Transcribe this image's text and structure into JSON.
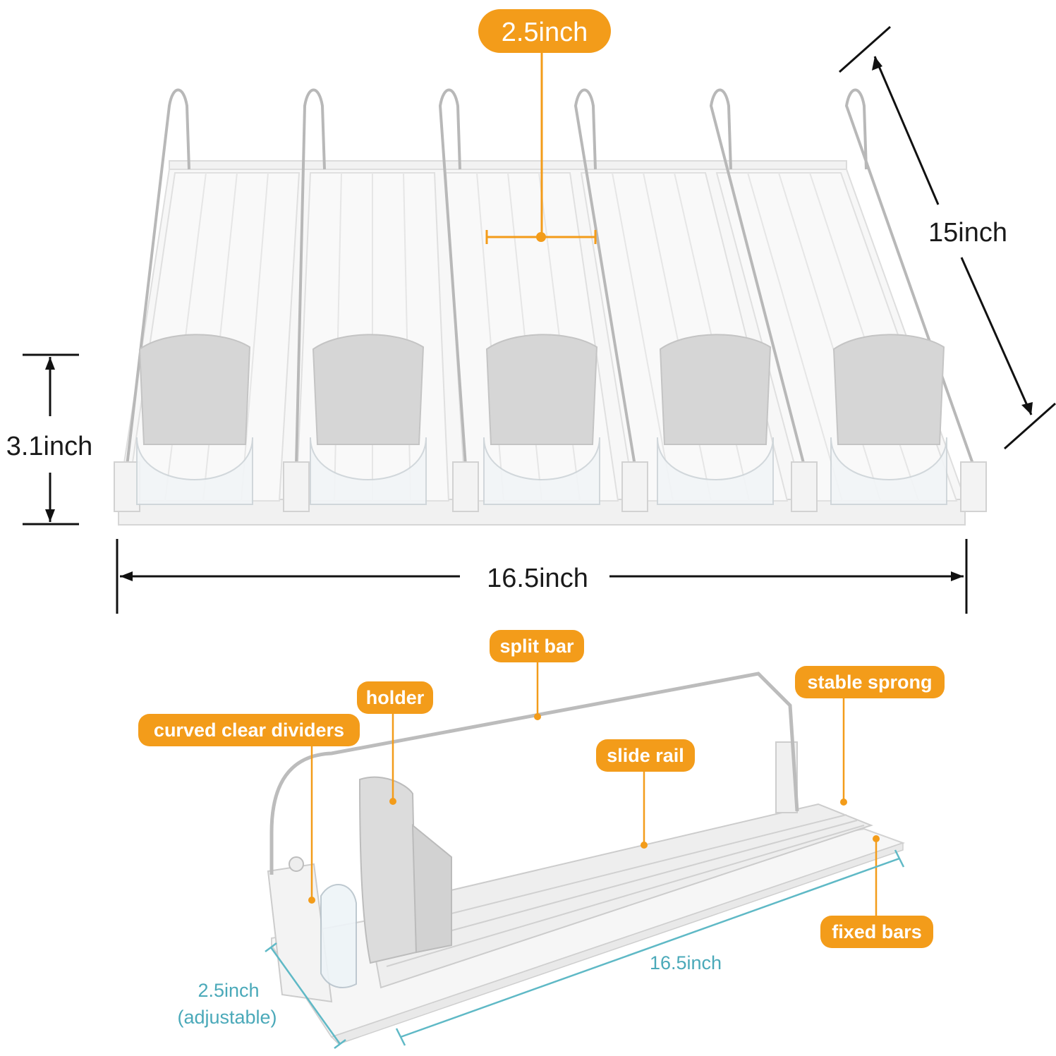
{
  "colors": {
    "accent_orange": "#f39c1a",
    "dimension_black": "#111111",
    "dimension_teal": "#5fb9c6",
    "rail_white": "#f4f4f4",
    "pusher_gray": "#d9d9d9",
    "wire_silver": "#b8b8b8"
  },
  "top_view": {
    "lane_width_label": "2.5inch",
    "depth_label": "15inch",
    "height_label": "3.1inch",
    "width_label": "16.5inch",
    "lane_count": 5
  },
  "detail_view": {
    "callouts": {
      "split_bar": "split bar",
      "holder": "holder",
      "stable_sprong": "stable sprong",
      "curved_clear_dividers": "curved clear dividers",
      "slide_rail": "slide rail",
      "fixed_bars": "fixed bars"
    },
    "length_label": "16.5inch",
    "width_label_line1": "2.5inch",
    "width_label_line2": "(adjustable)"
  }
}
